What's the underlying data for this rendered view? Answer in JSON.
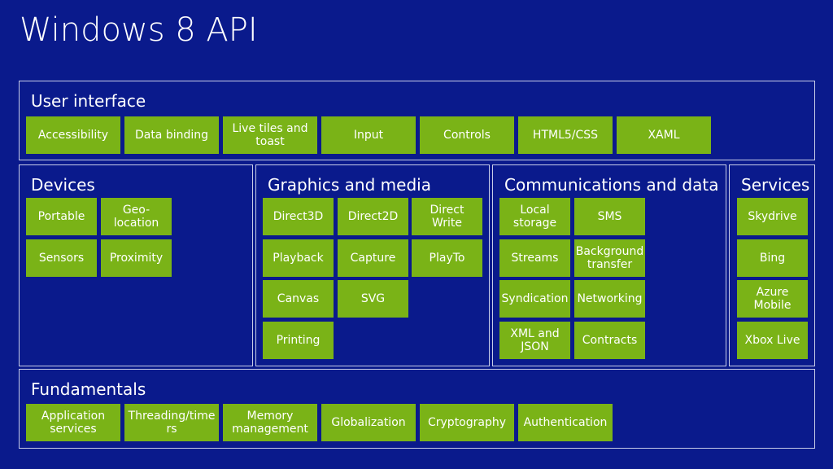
{
  "title": "Windows 8 API",
  "user_interface": {
    "title": "User interface",
    "tiles": [
      "Accessibility",
      "Data binding",
      "Live tiles and toast",
      "Input",
      "Controls",
      "HTML5/CSS",
      "XAML"
    ]
  },
  "devices": {
    "title": "Devices",
    "tiles": [
      "Portable",
      "Geo-location",
      "Sensors",
      "Proximity"
    ]
  },
  "graphics": {
    "title": "Graphics and media",
    "tiles": [
      "Direct3D",
      "Direct2D",
      "Direct Write",
      "Playback",
      "Capture",
      "PlayTo",
      "Canvas",
      "SVG",
      "Printing"
    ]
  },
  "comms": {
    "title": "Communications and data",
    "tiles": [
      "Local storage",
      "SMS",
      "Streams",
      "Background transfer",
      "Syndication",
      "Networking",
      "XML and JSON",
      "Contracts"
    ]
  },
  "services": {
    "title": "Services",
    "tiles": [
      "Skydrive",
      "Bing",
      "Azure Mobile",
      "Xbox Live"
    ]
  },
  "fundamentals": {
    "title": "Fundamentals",
    "tiles": [
      "Application services",
      "Threading/timers",
      "Memory management",
      "Globalization",
      "Cryptography",
      "Authentication"
    ]
  }
}
